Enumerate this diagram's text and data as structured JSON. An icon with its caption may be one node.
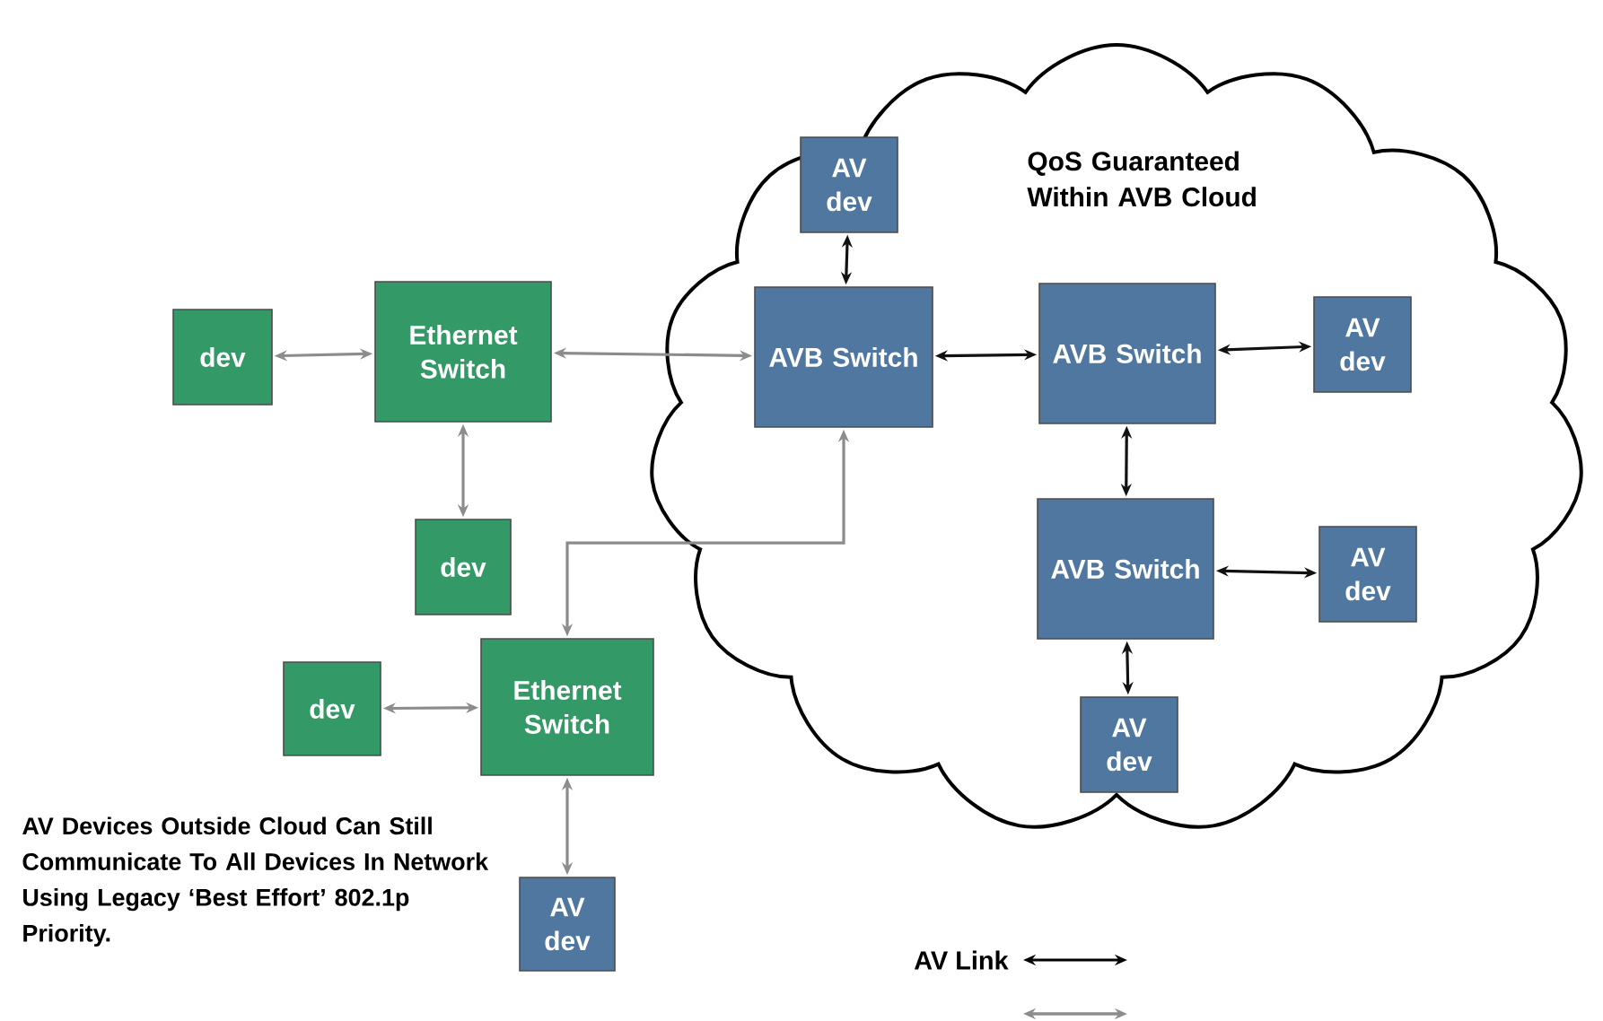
{
  "diagram": {
    "nodes": [
      {
        "text": [
          "QoS Guaranteed Within AVB Cloud"
        ]
      },
      {
        "text": [
          "AV dev"
        ],
        "in": 0
      },
      {
        "text": [
          "AVB Switch"
        ],
        "in": 0
      },
      {
        "text": [
          "AVB Switch"
        ],
        "in": 0
      },
      {
        "text": [
          "AV dev"
        ],
        "in": 0
      },
      {
        "text": [
          "AVB Switch"
        ],
        "in": 0
      },
      {
        "text": [
          "AV dev"
        ],
        "in": 0
      },
      {
        "text": [
          "AV dev"
        ],
        "in": 0
      },
      {
        "text": [
          "dev"
        ]
      },
      {
        "text": [
          "Ethernet Switch"
        ]
      },
      {
        "text": [
          "dev"
        ]
      },
      {
        "text": [
          "dev"
        ]
      },
      {
        "text": [
          "Ethernet Switch"
        ]
      },
      {
        "text": [
          "AV dev"
        ]
      }
    ],
    "edges": [
      {
        "from": 1,
        "to": 2,
        "arrow": "both",
        "color": "#111111"
      },
      {
        "from": 2,
        "to": 3,
        "arrow": "both",
        "color": "#111111"
      },
      {
        "from": 3,
        "to": 4,
        "arrow": "both",
        "color": "#111111"
      },
      {
        "from": 3,
        "to": 5,
        "arrow": "both",
        "color": "#111111"
      },
      {
        "from": 5,
        "to": 6,
        "arrow": "both",
        "color": "#111111"
      },
      {
        "from": 5,
        "to": 7,
        "arrow": "both",
        "color": "#111111"
      },
      {
        "from": 8,
        "to": 9,
        "arrow": "both",
        "color": "#8c8c8c"
      },
      {
        "from": 9,
        "to": 2,
        "arrow": "both",
        "color": "#8c8c8c"
      },
      {
        "from": 9,
        "to": 10,
        "arrow": "both",
        "color": "#8c8c8c"
      },
      {
        "from": 12,
        "to": 2,
        "arrow": "both",
        "color": "#8c8c8c"
      },
      {
        "from": 11,
        "to": 12,
        "arrow": "both",
        "color": "#8c8c8c"
      },
      {
        "from": 12,
        "to": 13,
        "arrow": "both",
        "color": "#8c8c8c"
      }
    ],
    "labels": [
      "AV Devices Outside Cloud Can Still Communicate To All Devices In Network Using Legacy ‘Best Effort’ 802.1p Priority."
    ],
    "legend": [
      {
        "text": "AV Link"
      }
    ]
  }
}
